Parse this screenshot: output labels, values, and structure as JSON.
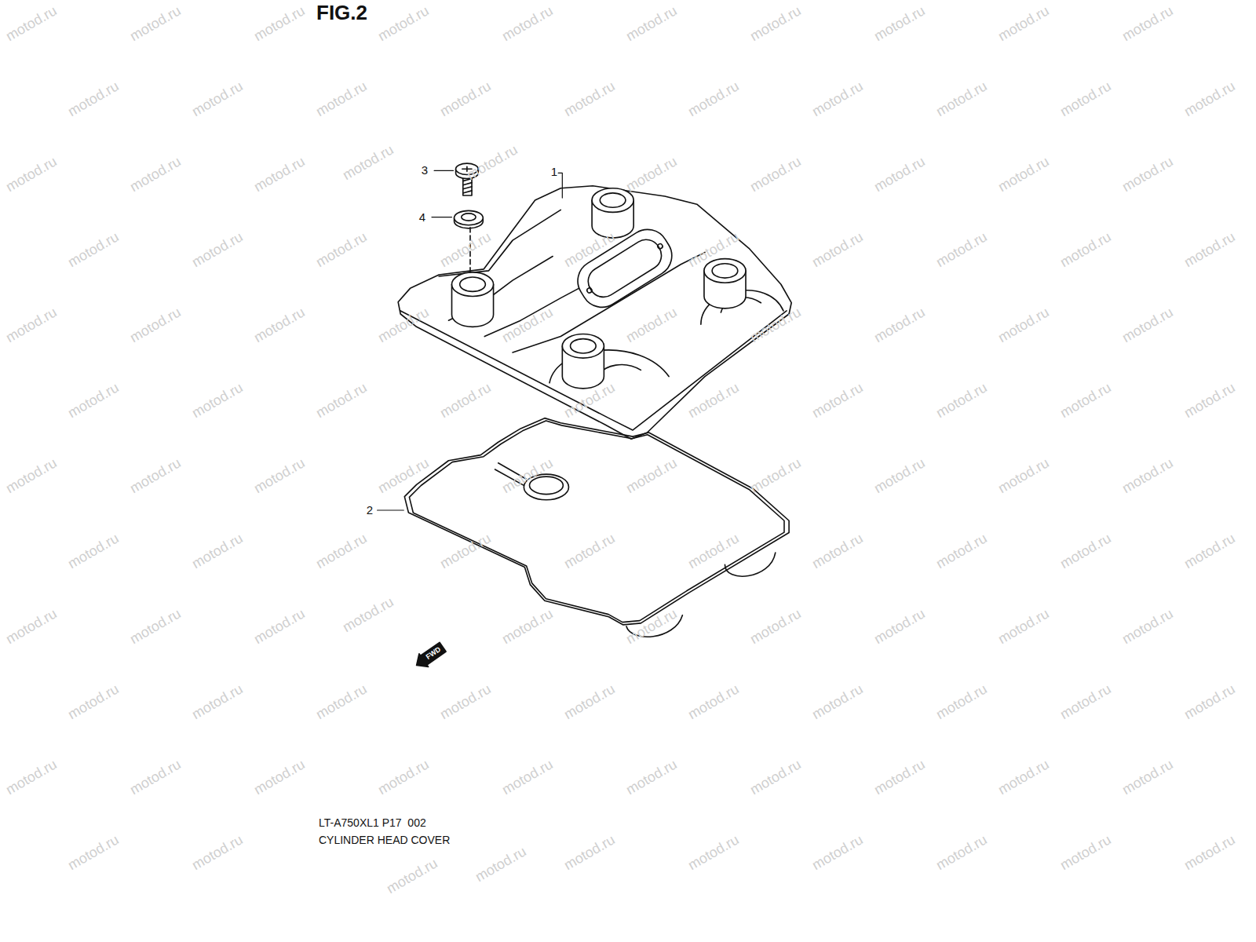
{
  "diagram": {
    "caption": "CYLINDER HEAD COVER",
    "labels": [
      "FIG.2",
      "3",
      "4",
      "1",
      "2",
      "FWD",
      "LT-A750XL1 P17  002",
      "motod.ru",
      "motod.ru",
      "motod.ru",
      "motod.ru",
      "motod.ru",
      "motod.ru",
      "motod.ru",
      "motod.ru",
      "motod.ru",
      "motod.ru",
      "motod.ru",
      "motod.ru",
      "motod.ru",
      "motod.ru",
      "motod.ru",
      "motod.ru",
      "motod.ru",
      "motod.ru",
      "motod.ru",
      "motod.ru",
      "motod.ru",
      "motod.ru",
      "motod.ru",
      "motod.ru",
      "motod.ru",
      "motod.ru",
      "motod.ru",
      "motod.ru",
      "motod.ru",
      "motod.ru",
      "motod.ru",
      "motod.ru",
      "motod.ru",
      "motod.ru",
      "motod.ru",
      "motod.ru",
      "motod.ru",
      "motod.ru",
      "motod.ru",
      "motod.ru",
      "motod.ru",
      "motod.ru",
      "motod.ru",
      "motod.ru",
      "motod.ru",
      "motod.ru",
      "motod.ru",
      "motod.ru",
      "motod.ru",
      "motod.ru",
      "motod.ru",
      "motod.ru",
      "motod.ru",
      "motod.ru",
      "motod.ru",
      "motod.ru",
      "motod.ru",
      "motod.ru",
      "motod.ru",
      "motod.ru",
      "motod.ru",
      "motod.ru",
      "motod.ru",
      "motod.ru",
      "motod.ru",
      "motod.ru",
      "motod.ru",
      "motod.ru",
      "motod.ru",
      "motod.ru",
      "motod.ru",
      "motod.ru",
      "motod.ru",
      "motod.ru",
      "motod.ru",
      "motod.ru",
      "motod.ru",
      "motod.ru",
      "motod.ru",
      "motod.ru",
      "motod.ru",
      "motod.ru",
      "motod.ru",
      "motod.ru",
      "motod.ru",
      "motod.ru",
      "motod.ru",
      "motod.ru",
      "motod.ru",
      "motod.ru",
      "motod.ru",
      "motod.ru",
      "motod.ru",
      "motod.ru",
      "motod.ru",
      "motod.ru",
      "motod.ru",
      "motod.ru",
      "motod.ru",
      "motod.ru",
      "motod.ru",
      "motod.ru",
      "motod.ru",
      "motod.ru",
      "motod.ru",
      "motod.ru",
      "motod.ru",
      "motod.ru",
      "motod.ru",
      "motod.ru",
      "motod.ru",
      "motod.ru",
      "motod.ru",
      "motod.ru",
      "motod.ru",
      "motod.ru",
      "motod.ru",
      "motod.ru",
      "motod.ru",
      "motod.ru"
    ]
  }
}
